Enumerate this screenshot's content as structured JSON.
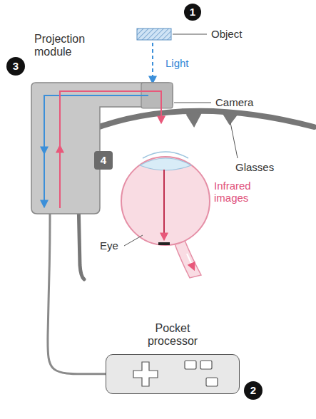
{
  "diagram": {
    "nodes": [
      {
        "text": [
          "Projection module"
        ]
      },
      {
        "text": [
          "Pocket processor"
        ]
      }
    ],
    "edges": [
      {
        "from": 0,
        "to": 1,
        "arrow": "none"
      }
    ],
    "labels": [
      "1",
      "2",
      "3",
      "4",
      "Object",
      "Light",
      "Camera",
      "Glasses",
      "Infrared images",
      "Eye"
    ]
  }
}
